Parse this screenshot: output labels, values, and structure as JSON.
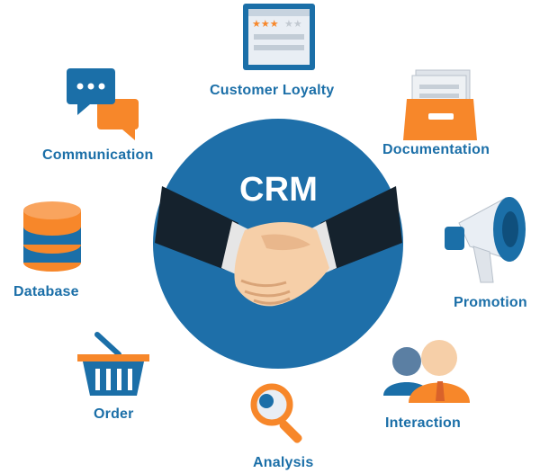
{
  "center": {
    "title": "CRM"
  },
  "nodes": [
    {
      "id": "customer-loyalty",
      "label": "Customer Loyalty",
      "icon": "rating-card-icon"
    },
    {
      "id": "documentation",
      "label": "Documentation",
      "icon": "file-tray-icon"
    },
    {
      "id": "promotion",
      "label": "Promotion",
      "icon": "megaphone-icon"
    },
    {
      "id": "interaction",
      "label": "Interaction",
      "icon": "people-icon"
    },
    {
      "id": "analysis",
      "label": "Analysis",
      "icon": "magnifier-icon"
    },
    {
      "id": "order",
      "label": "Order",
      "icon": "basket-icon"
    },
    {
      "id": "database",
      "label": "Database",
      "icon": "database-icon"
    },
    {
      "id": "communication",
      "label": "Communication",
      "icon": "chat-bubbles-icon"
    }
  ],
  "colors": {
    "blue": "#1b6fa8",
    "orange": "#f7872a",
    "circle": "#1e6fa9",
    "dark": "#15222d"
  }
}
